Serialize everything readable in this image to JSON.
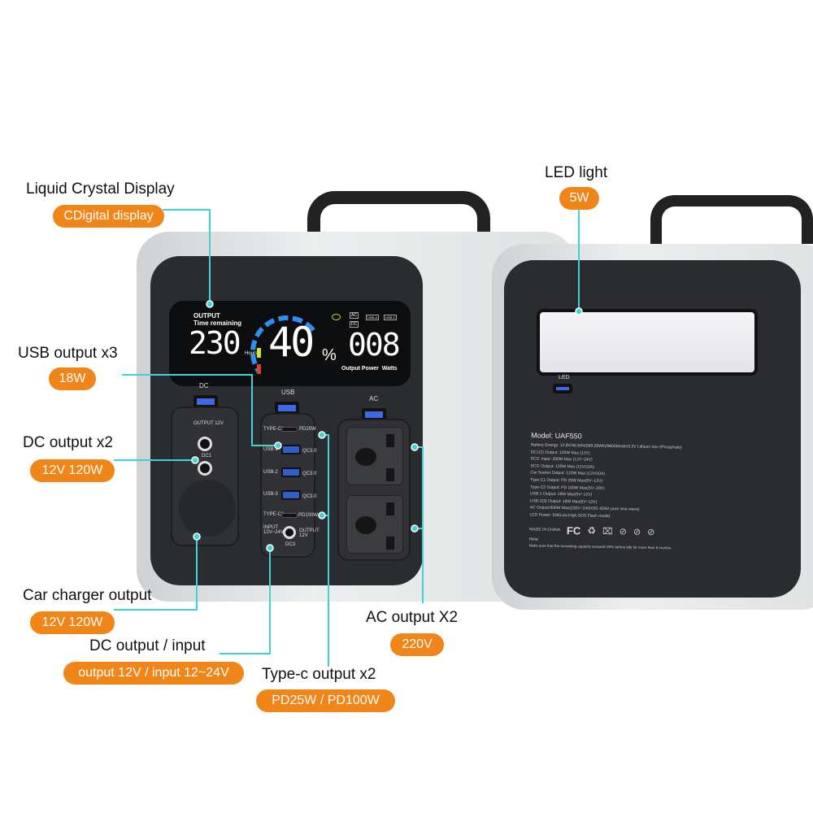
{
  "front_unit": {
    "lcd": {
      "output_label": "OUTPUT",
      "time_label": "Time remaining",
      "hours_value": "230",
      "hours_unit": "Hours",
      "battery_percent": "40",
      "percent_sign": "%",
      "power_value": "008",
      "power_label": "Output Power  Watts",
      "indicators": [
        "AC",
        "DC",
        "USB-A",
        "USB-C"
      ]
    },
    "dc_panel": {
      "title": "DC",
      "output_label": "OUTPUT 12V",
      "port_label": "DC1"
    },
    "usb_panel": {
      "title": "USB",
      "ports": [
        {
          "name": "TYPE-C1",
          "spec": "PD25W"
        },
        {
          "name": "USB-1",
          "spec": "QC3.0"
        },
        {
          "name": "USB-2",
          "spec": "QC3.0"
        },
        {
          "name": "USB-3",
          "spec": "QC3.0"
        },
        {
          "name": "TYPE-C2",
          "spec": "PD100W"
        }
      ],
      "input_label": "INPUT 12V~24V",
      "output_label": "OUTPUT 12V",
      "dc3_label": "DC3"
    },
    "ac_panel": {
      "title": "AC"
    }
  },
  "back_unit": {
    "led_label": "LED",
    "model": "Model: UAF550",
    "specs": [
      "Battery Energy: 12.8V/46.8Ah(599.28Wh)/96000mAh/3.2V Lithium Iron (Phosphate)",
      "DC1(2) Output: 120W Max (12V)",
      "DC3: Input: 200W Max (12V~24V)",
      "DC3: Output: 120W Max (12V/10A)",
      "Car Socket Output: 120W Max (12V/10A)",
      "Type-C1 Output: PD 25W Max(5V~12V)",
      "Type-C2 Output: PD 100W Max(5V~20V)",
      "USB-1 Output: 18W Max(5V~12V)",
      "USB-2(3) Output: 18W Max(5V~12V)",
      "AC Output:600W Max(220V~240V/50~60Hz pure sine wave)",
      "LED Power: 5W(Low,High,SOS,Flash mode)"
    ],
    "made_in": "MADE IN CHINA",
    "fc_mark": "FC",
    "note_title": "Note:",
    "note": "Make sure that the remaining capacity exceeds 50% before idle for more than 6 months"
  },
  "callouts": {
    "lcd": {
      "title": "Liquid Crystal Display",
      "badge": "CDigital display"
    },
    "usb": {
      "title": "USB output x3",
      "badge": "18W"
    },
    "dc": {
      "title": "DC output x2",
      "badge": "12V 120W"
    },
    "car": {
      "title": "Car charger output",
      "badge": "12V 120W"
    },
    "dcio": {
      "title": "DC output / input",
      "badge": "output 12V / input 12~24V"
    },
    "typec": {
      "title": "Type-c output x2",
      "badge": "PD25W / PD100W"
    },
    "ac": {
      "title": "AC output X2",
      "badge": "220V"
    },
    "led": {
      "title": "LED light",
      "badge": "5W"
    }
  },
  "colors": {
    "badge": "#f0861a",
    "leader_line": "#3fd3d6",
    "body": "#e3e5e6",
    "face": "#2a2c2f"
  }
}
